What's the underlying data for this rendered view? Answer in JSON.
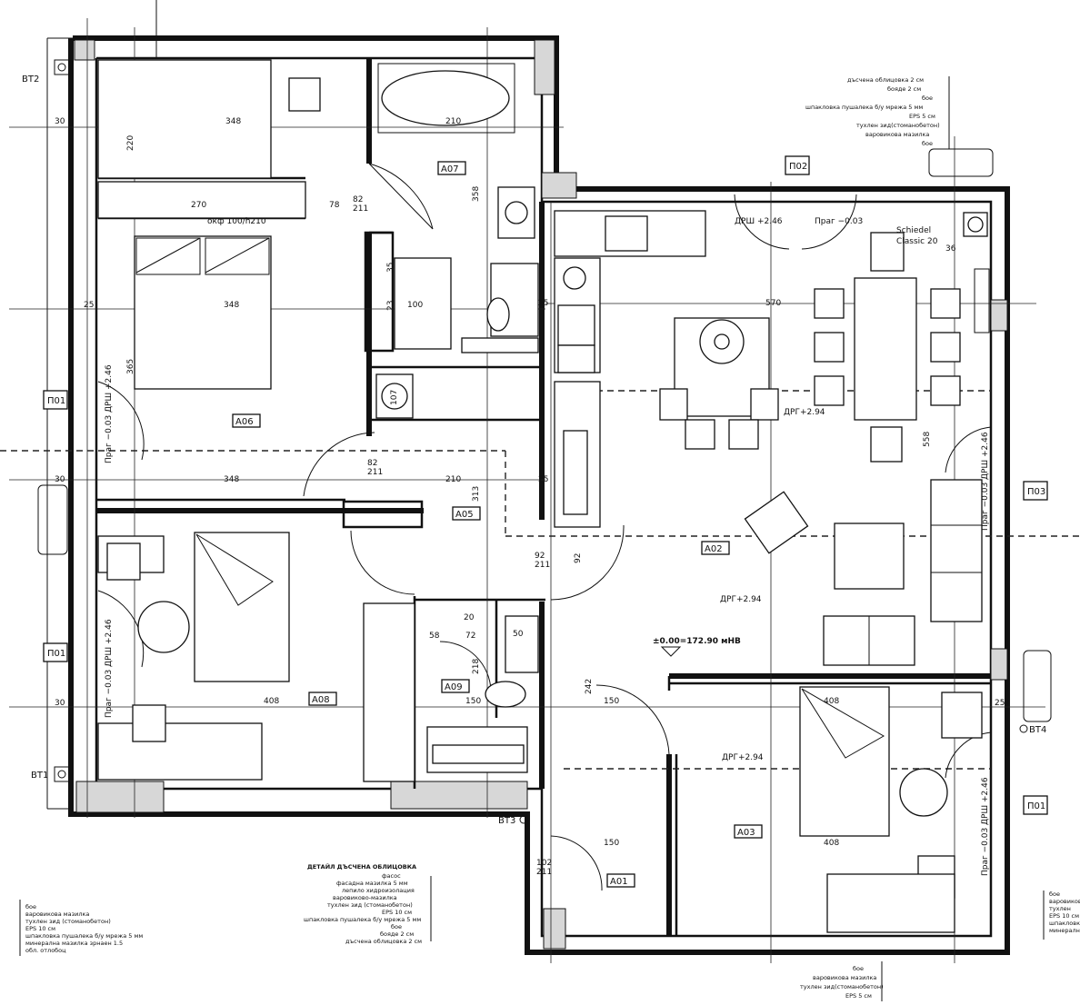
{
  "rooms": {
    "a01": "A01",
    "a02": "A02",
    "a03": "A03",
    "a05": "A05",
    "a06": "A06",
    "a07": "A07",
    "a08": "A08",
    "a09": "A09"
  },
  "windows": {
    "p01_top": "П01",
    "p01_mid": "П01",
    "p01_right": "П01",
    "p02": "П02",
    "p03": "П03"
  },
  "risers": {
    "bt1": "ВТ1",
    "bt2": "ВТ2",
    "bt3": "ВТ3",
    "bt4": "ВТ4"
  },
  "dimensions": {
    "d348_a": "348",
    "d210_a": "210",
    "d220": "220",
    "d270": "270",
    "d78": "78",
    "d82_a": "82",
    "d211_a": "211",
    "d358": "358",
    "d348_b": "348",
    "d23": "23",
    "d100": "100",
    "d35_a": "35",
    "d365": "365",
    "d570": "570",
    "d25_a": "25",
    "d348_c": "348",
    "d210_b": "210",
    "d313": "313",
    "d82_b": "82",
    "d211_b": "211",
    "d92_a": "92",
    "d211_c": "211",
    "d92_b": "92",
    "d558": "558",
    "d408_a": "408",
    "d150_a": "150",
    "d242": "242",
    "d150_b": "150",
    "d408_b": "408",
    "d150_c": "150",
    "d408_c": "408",
    "d102": "102",
    "d211_d": "211",
    "d30_a": "30",
    "d30_b": "30",
    "d30_c": "30",
    "d25_b": "25",
    "d25_c": "25",
    "d72": "72",
    "d218": "218",
    "d58": "58",
    "d50": "50",
    "d20": "20",
    "d36": "36",
    "d107": "107",
    "d25_d": "25"
  },
  "annotations": {
    "okf": "окф 100/h210",
    "drsh_top": "ДРШ +2.46",
    "prag_top": "Праг −0.03",
    "schiedel1": "Schiedel",
    "schiedel2": "Classic 20",
    "drg1": "ДРГ+2.94",
    "drg2": "ДРГ+2.94",
    "drg3": "ДРГ+2.94",
    "level": "±0.00=172.90 мНВ",
    "left_top": "Праг −0.03  ДРШ +2.46",
    "left_mid": "Праг −0.03  ДРШ +2.46",
    "right_low": "Праг −0.03  ДРШ +2.46",
    "right_mid": "Праг −0.03  ДРШ +2.46"
  },
  "legends": {
    "detail_title": "ДЕТАЙЛ ДЪСЧЕНА ОБЛИЦОВКА",
    "detail": [
      "фасос",
      "фасадна мазилка 5 мм",
      "лепило хидроизолация",
      "варовиково-мазилка",
      "тухлен зид (стоманобетон)",
      "EPS 10 см",
      "шпакловка пушалека б/у мрежа 5 мм",
      "бое",
      "бояде 2 см",
      "дъсчена облицовка 2 см"
    ],
    "left_bottom": [
      "бое",
      "варовикова мазилка",
      "тухлен зид (стоманобетон)",
      "EPS 10 см",
      "шпакловка пушалека б/у мрежа 5 мм",
      "минерална мазилка зрнаен 1.5",
      "обл. отлобоц"
    ],
    "top_right": [
      "дъсчена облицовка 2 см",
      "бояде 2 см",
      "бое",
      "шпакловка пушалека б/у мрежа 5 мм",
      "EPS 5 см",
      "тухлен зид(стоманобетон)",
      "варовикова мазилка",
      "бое"
    ],
    "bottom_center": [
      "бое",
      "варовикова мазилка",
      "тухлен зид(стоманобетон)",
      "EPS 5 см"
    ],
    "bottom_right": [
      "бое",
      "варовикова",
      "тухлен",
      "EPS 10 см",
      "шпакловка",
      "минерална"
    ]
  }
}
